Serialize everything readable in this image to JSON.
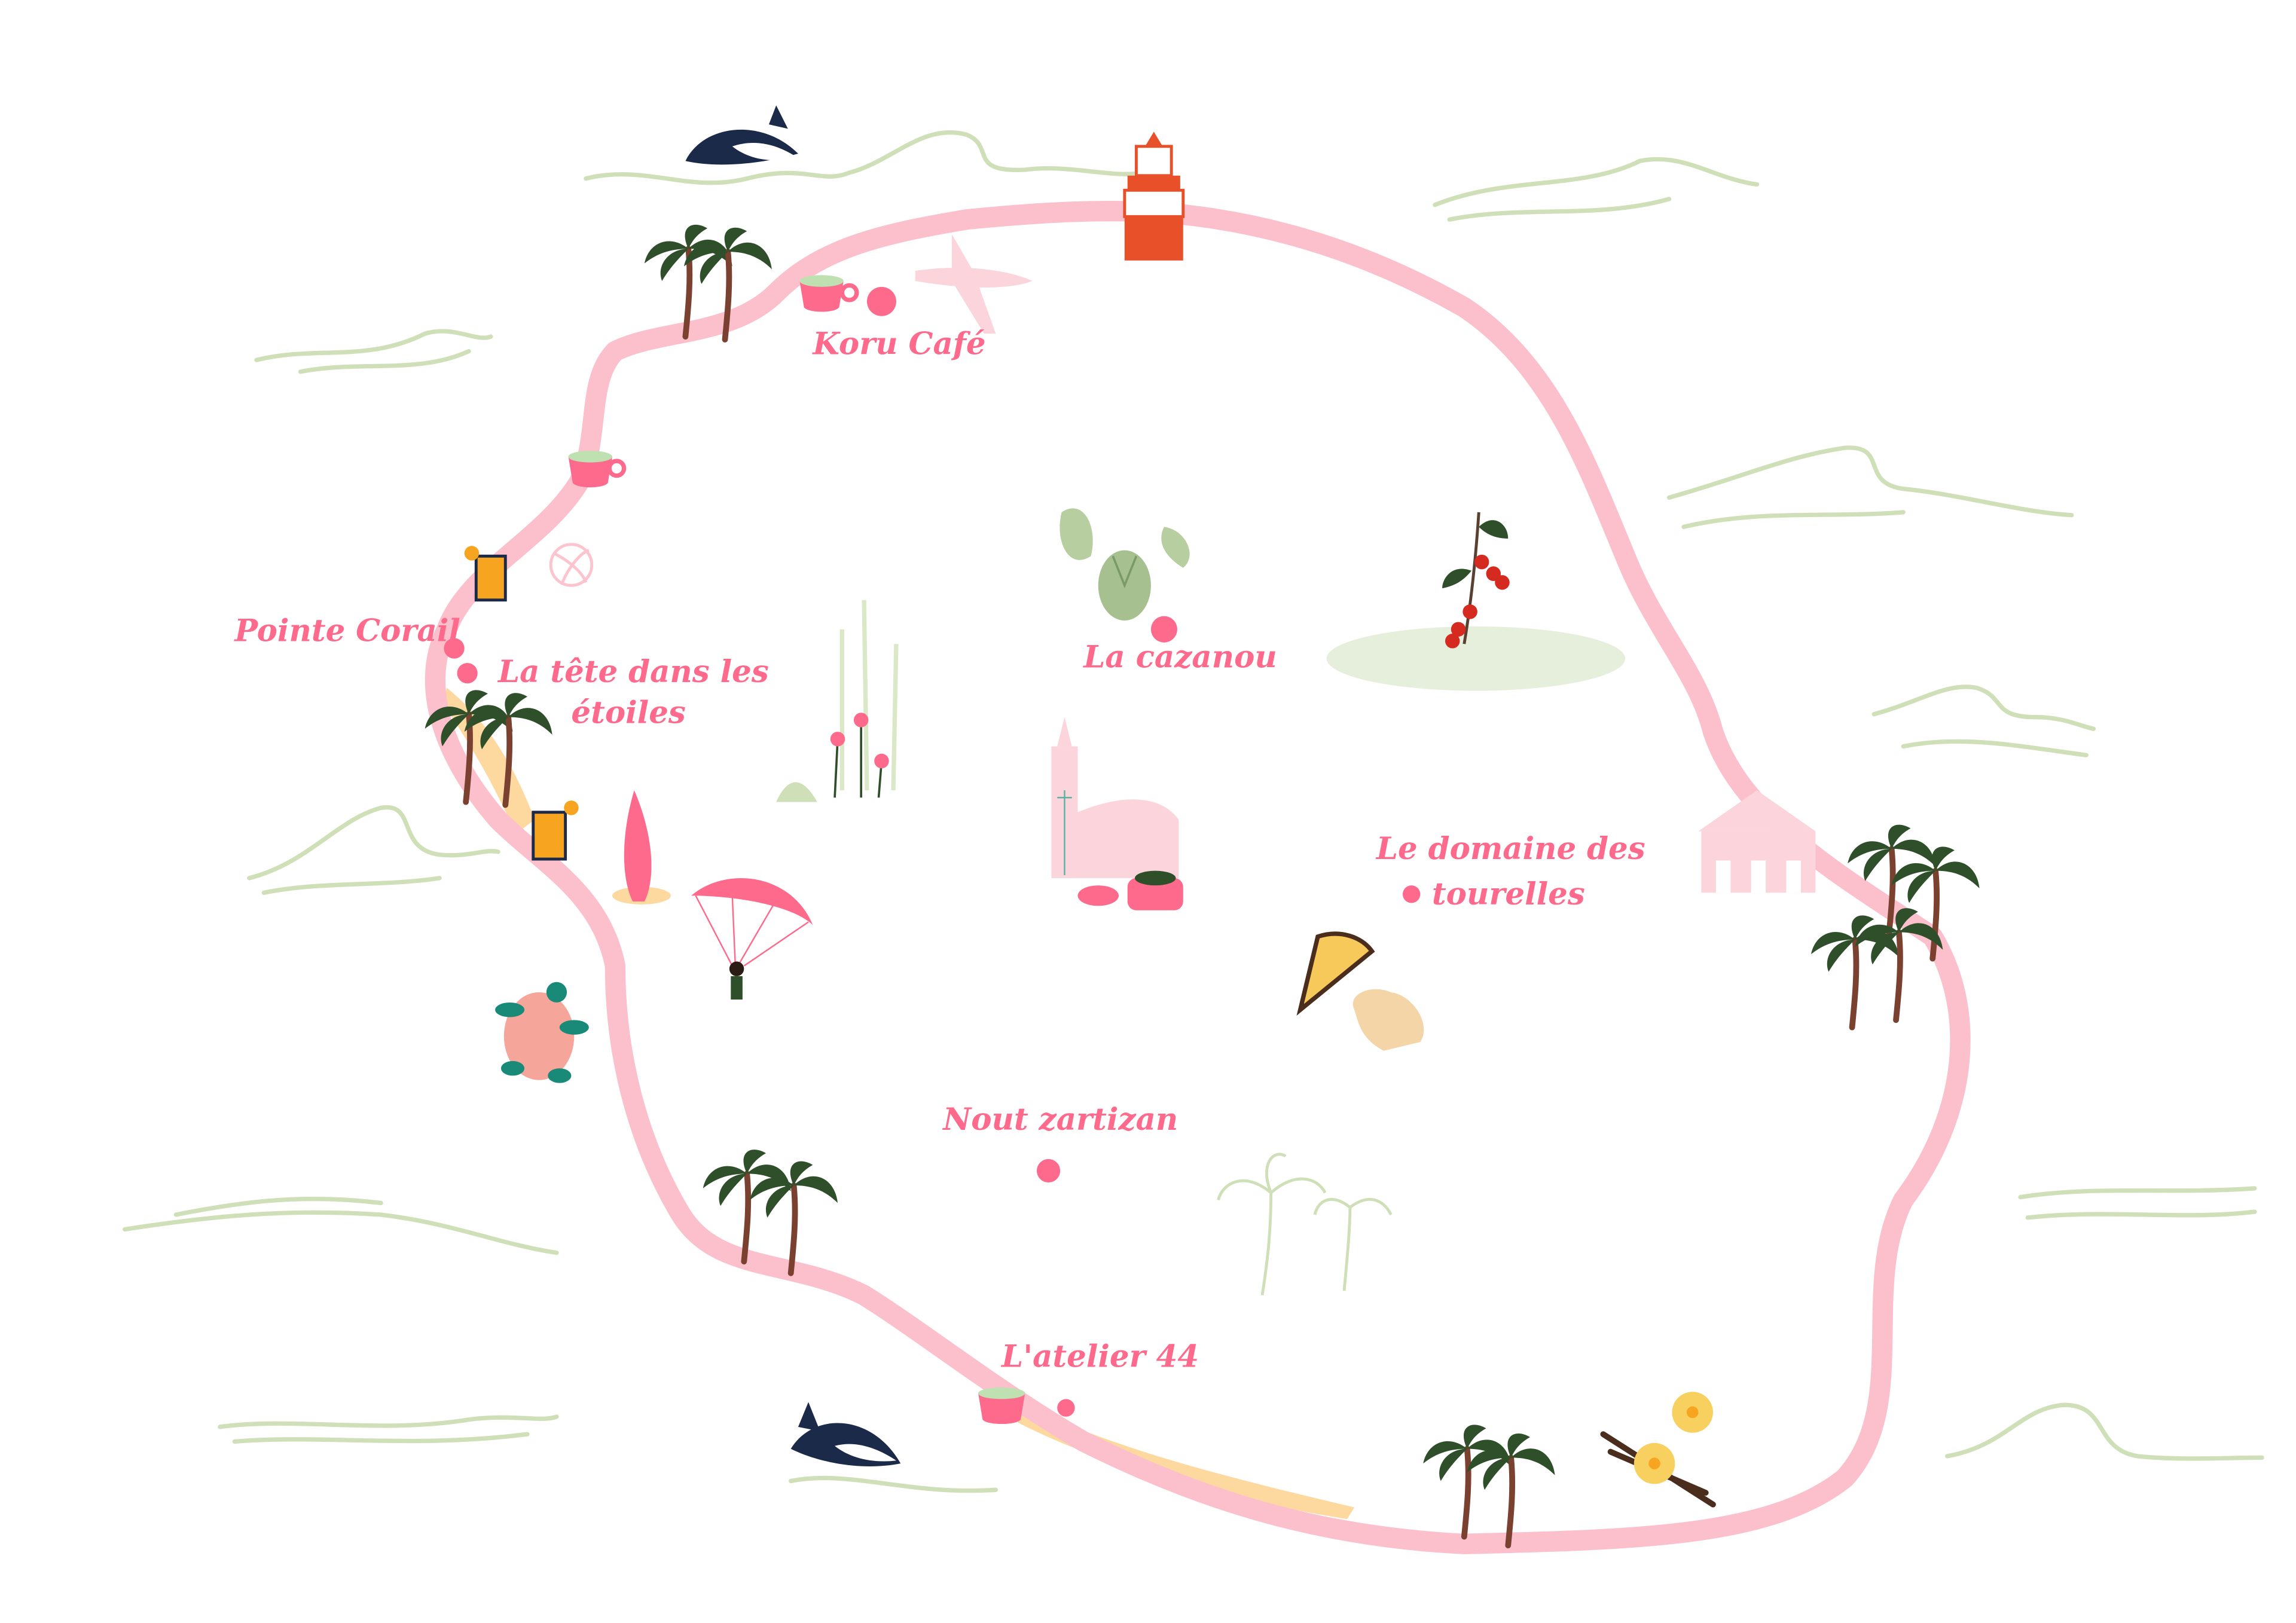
{
  "map": {
    "colors": {
      "label": "#fd6a8c",
      "road": "#fcbfcc",
      "waves": "#cfe0b8",
      "palm": "#2f4f2a",
      "whale": "#1c2a4a",
      "beach": "#fdd9a0"
    },
    "places": [
      {
        "name": "Koru Café"
      },
      {
        "name": "Pointe Corail"
      },
      {
        "name": "La tête dans les",
        "line2": "étoiles"
      },
      {
        "name": "La cazanou"
      },
      {
        "name": "Le domaine des",
        "line2": "tourelles"
      },
      {
        "name": "Nout zartizan"
      },
      {
        "name": "L'atelier 44"
      }
    ],
    "icons": [
      "lighthouse-icon",
      "whale-icon",
      "palm-tree-icon",
      "coffee-cup-icon",
      "airplane-icon",
      "cocktail-icon",
      "volleyball-icon",
      "surfboard-icon",
      "paraglider-icon",
      "turtle-icon",
      "church-icon",
      "pumpkin-icon",
      "coffee-plant-icon",
      "cake-icon",
      "vanilla-icon",
      "temple-icon"
    ]
  }
}
